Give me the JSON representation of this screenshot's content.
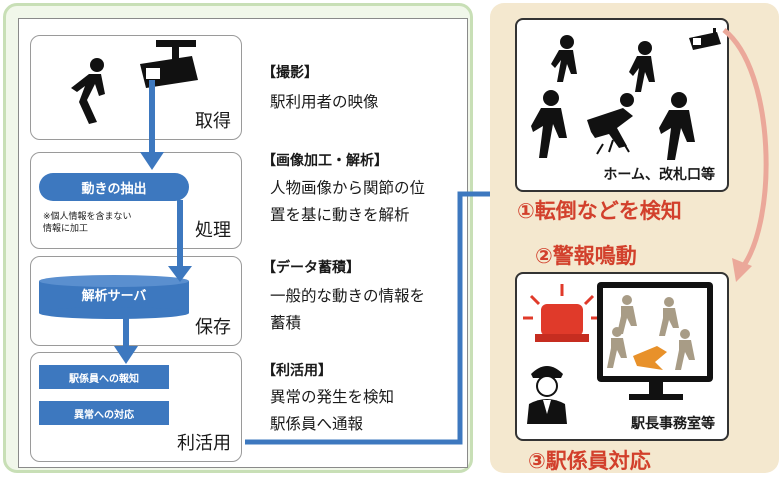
{
  "left": {
    "stages": [
      {
        "label": "取得"
      },
      {
        "label": "処理",
        "pill": "動きの抽出",
        "note": [
          "※個人情報を含まない",
          "情報に加工"
        ]
      },
      {
        "label": "保存",
        "pill": "解析サーバ"
      },
      {
        "label": "利活用",
        "buttons": [
          "駅係員への報知",
          "異常への対応"
        ]
      }
    ],
    "descriptions": [
      {
        "title": "【撮影】",
        "lines": [
          "駅利用者の映像"
        ]
      },
      {
        "title": "【画像加工・解析】",
        "lines": [
          "人物画像から関節の位",
          "置を基に動きを解析"
        ]
      },
      {
        "title": "【データ蓄積】",
        "lines": [
          "一般的な動きの情報を",
          "蓄積"
        ]
      },
      {
        "title": "【利活用】",
        "lines": [
          "異常の発生を検知",
          "駅係員へ通報"
        ]
      }
    ]
  },
  "right": {
    "scene1_caption": "ホーム、改札口等",
    "step1": "①転倒などを検知",
    "step2": "②警報鳴動",
    "scene2_caption": "駅長事務室等",
    "step3": "③駅係員対応"
  },
  "colors": {
    "accent_blue": "#3d78bf",
    "alert_red": "#d2402c",
    "left_bg": "#f1f7ea",
    "right_bg": "#f4e8cf"
  }
}
